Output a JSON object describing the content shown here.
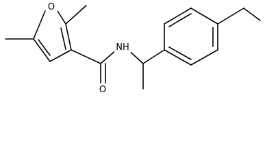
{
  "molecule": {
    "atoms": {
      "furan_oxygen": "O",
      "amide_nitrogen": "NH",
      "carbonyl_oxygen": "O"
    }
  },
  "colors": {
    "bond": "#000000",
    "background": "#ffffff"
  }
}
